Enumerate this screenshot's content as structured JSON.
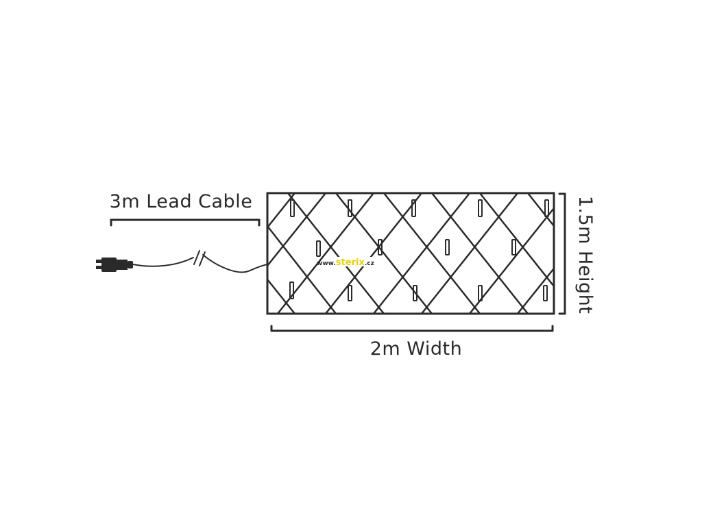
{
  "labels": {
    "lead_cable": "3m Lead Cable",
    "width": "2m Width",
    "height": "1.5m Height"
  },
  "watermark": {
    "prefix": "www.",
    "brand": "sterix",
    "suffix": ".cz"
  },
  "colors": {
    "line": "#2a2a2a",
    "watermark_brand": "#e8d400"
  }
}
